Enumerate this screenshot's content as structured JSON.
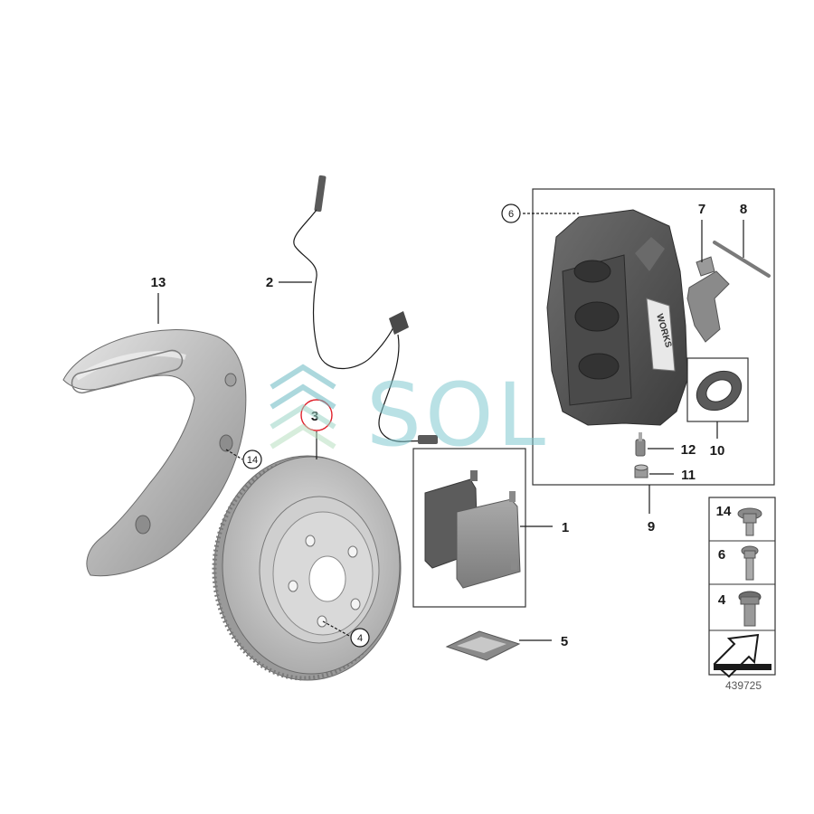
{
  "diagram": {
    "part_labels": {
      "p1": "1",
      "p2": "2",
      "p3": "3",
      "p4": "4",
      "p5": "5",
      "p6": "6",
      "p7": "7",
      "p8": "8",
      "p9": "9",
      "p10": "10",
      "p11": "11",
      "p12": "12",
      "p13": "13",
      "p14": "14"
    },
    "callouts": {
      "c4": "4",
      "c6": "6",
      "c14": "14"
    },
    "fastener_legend": {
      "f14": "14",
      "f6": "6",
      "f4": "4"
    },
    "caliper_brand_text": "WORKS",
    "diagram_number": "439725",
    "highlight_color": "#e0202a"
  },
  "watermark": {
    "text": "SOL",
    "color": "#7fc8cf",
    "logo": "stacked-arrows-logo"
  }
}
